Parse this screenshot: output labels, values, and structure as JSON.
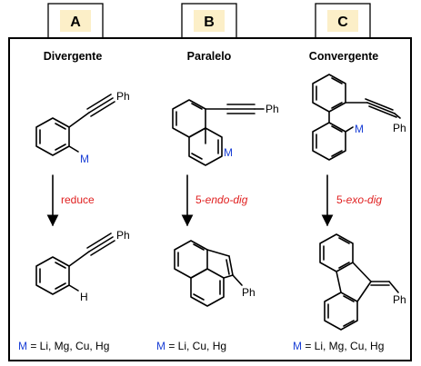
{
  "columns": [
    {
      "tab": "A",
      "heading": "Divergente",
      "condition_plain": "reduce",
      "footnote_metal": "M",
      "footnote_rest": " = Li, Mg, Cu, Hg"
    },
    {
      "tab": "B",
      "heading": "Paralelo",
      "condition_prefix": "5-",
      "condition_italic": "endo-dig",
      "footnote_metal": "M",
      "footnote_rest": " = Li, Cu, Hg"
    },
    {
      "tab": "C",
      "heading": "Convergente",
      "condition_prefix": "5-",
      "condition_italic": "exo-dig",
      "footnote_metal": "M",
      "footnote_rest": " = Li, Mg, Cu, Hg"
    }
  ],
  "atom_labels": {
    "phenyl": "Ph",
    "metal": "M",
    "hydrogen": "H"
  },
  "colors": {
    "tab_fill": "#fcefc8",
    "metal_text": "#1a3fd6",
    "condition_text": "#e02020",
    "frame": "#000000"
  }
}
